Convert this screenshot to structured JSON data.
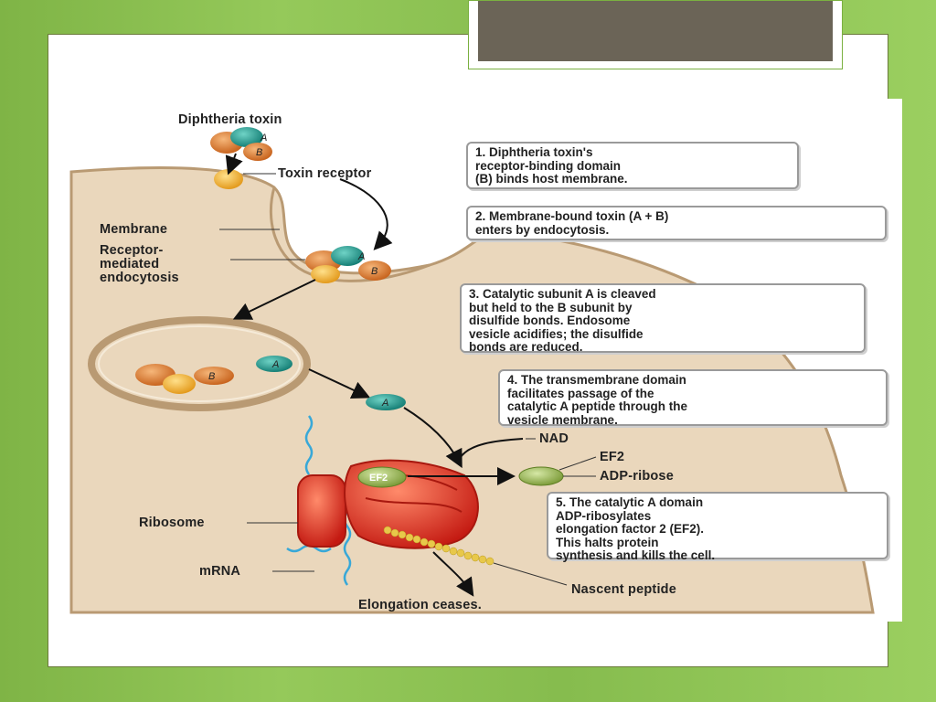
{
  "labels": {
    "diphtheria_toxin": "Diphtheria toxin",
    "toxin_receptor": "Toxin receptor",
    "membrane": "Membrane",
    "receptor_mediated": "Receptor-",
    "mediated": "mediated",
    "endocytosis": "endocytosis",
    "nad": "NAD",
    "ef2": "EF2",
    "adp_ribose": "ADP-ribose",
    "ribosome": "Ribosome",
    "mrna": "mRNA",
    "nascent_peptide": "Nascent peptide",
    "elongation_ceases": "Elongation ceases."
  },
  "molecule_labels": {
    "a": "A",
    "b": "B",
    "ef2": "EF2"
  },
  "steps": [
    {
      "num": "1.",
      "lines": [
        "Diphtheria toxin's",
        "receptor-binding domain",
        "(B) binds host membrane."
      ]
    },
    {
      "num": "2.",
      "lines": [
        "Membrane-bound toxin (A + B)",
        "enters by endocytosis."
      ]
    },
    {
      "num": "3.",
      "lines": [
        "Catalytic subunit A is cleaved",
        "but held to the B subunit by",
        "disulfide bonds. Endosome",
        "vesicle acidifies; the disulfide",
        "bonds are reduced."
      ]
    },
    {
      "num": "4.",
      "lines": [
        "The transmembrane domain",
        "facilitates passage of the",
        "catalytic A peptide through the",
        "vesicle membrane."
      ]
    },
    {
      "num": "5.",
      "lines": [
        "The catalytic A domain",
        "ADP-ribosylates",
        "elongation factor 2 (EF2).",
        "This halts protein",
        "synthesis and kills the cell."
      ]
    }
  ],
  "colors": {
    "background": "#8bbf52",
    "title_bar": "#6b6457",
    "cell": "#ead7bc",
    "toxin_a": "#2aa59a",
    "toxin_b": "#e08a3c",
    "receptor": "#f2b63a",
    "ribosome": "#e0302a",
    "ef2": "#a8c46a"
  }
}
